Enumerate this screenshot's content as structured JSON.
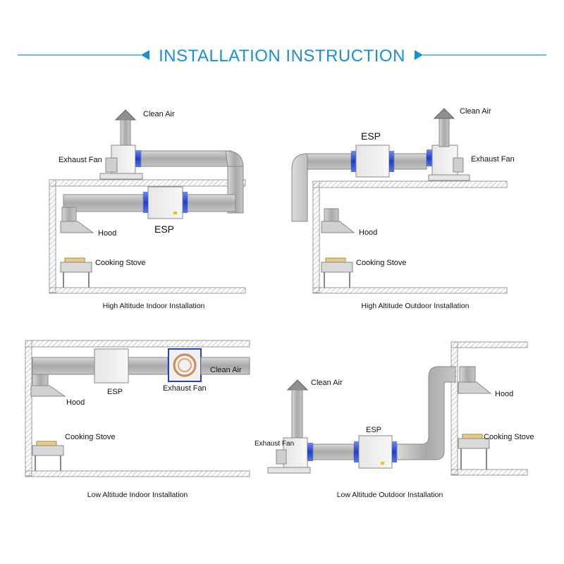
{
  "header": {
    "title": "INSTALLATION INSTRUCTION",
    "accent": "#1a8fd6"
  },
  "colors": {
    "duct": "#b8b8b8",
    "duct_dark": "#8f8f8f",
    "flange": "#2f55d4",
    "wall": "#9a9a9a"
  },
  "panels": {
    "high_indoor": {
      "caption": "High Altitude Indoor Installation",
      "clean_air": "Clean Air",
      "exhaust_fan": "Exhaust Fan",
      "esp": "ESP",
      "hood": "Hood",
      "stove": "Cooking Stove"
    },
    "high_outdoor": {
      "caption": "High Altitude Outdoor Installation",
      "clean_air": "Clean Air",
      "exhaust_fan": "Exhaust Fan",
      "esp": "ESP",
      "hood": "Hood",
      "stove": "Cooking Stove"
    },
    "low_indoor": {
      "caption": "Low Altitude Indoor Installation",
      "clean_air": "Clean Air",
      "exhaust_fan": "Exhaust Fan",
      "esp": "ESP",
      "hood": "Hood",
      "stove": "Cooking Stove"
    },
    "low_outdoor": {
      "caption": "Low Altitude Outdoor Installation",
      "clean_air": "Clean Air",
      "exhaust_fan": "Exhaust Fan",
      "esp": "ESP",
      "hood": "Hood",
      "stove": "Cooking Stove"
    }
  }
}
